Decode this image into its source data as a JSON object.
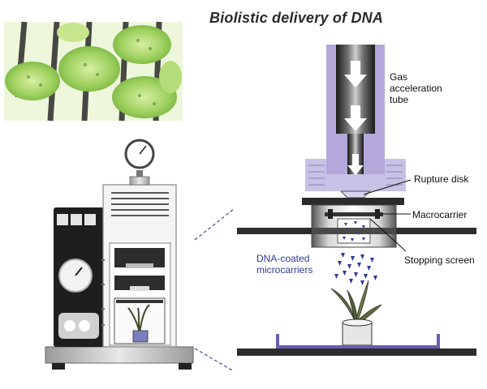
{
  "title": "Biolistic delivery of DNA",
  "labels": {
    "gas_tube": [
      "Gas",
      "acceleration",
      "tube"
    ],
    "rupture_disk": "Rupture disk",
    "macrocarrier": "Macrocarrier",
    "stopping_screen": "Stopping screen",
    "dna_microcarriers": [
      "DNA-coated",
      "microcarriers"
    ]
  },
  "colors": {
    "tube_purple": "#b3a8d9",
    "tube_dark": "#333333",
    "microcarrier_blue": "#2b3a93",
    "dish_purple": "#6b5db3",
    "plant_green": "#a9d66a",
    "label_blue": "#2d3b8f"
  },
  "icons": [
    "pressure-gauge-icon",
    "down-arrow-icon",
    "plant-icon",
    "petri-dish-icon"
  ]
}
